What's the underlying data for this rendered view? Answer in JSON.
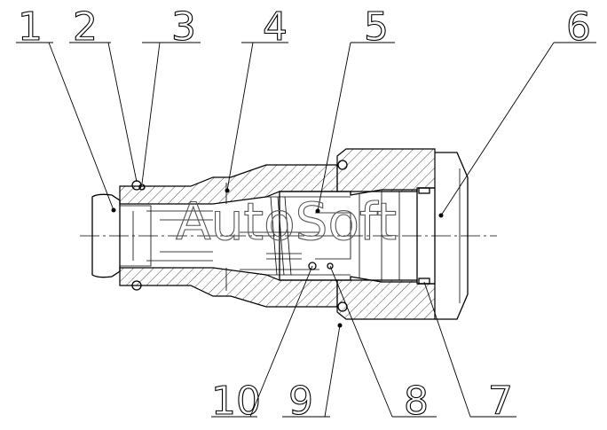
{
  "labels_top": [
    "1",
    "2",
    "3",
    "4",
    "5",
    "6"
  ],
  "labels_bottom": [
    "10",
    "9",
    "8",
    "7"
  ],
  "watermark": "AutoSoft"
}
